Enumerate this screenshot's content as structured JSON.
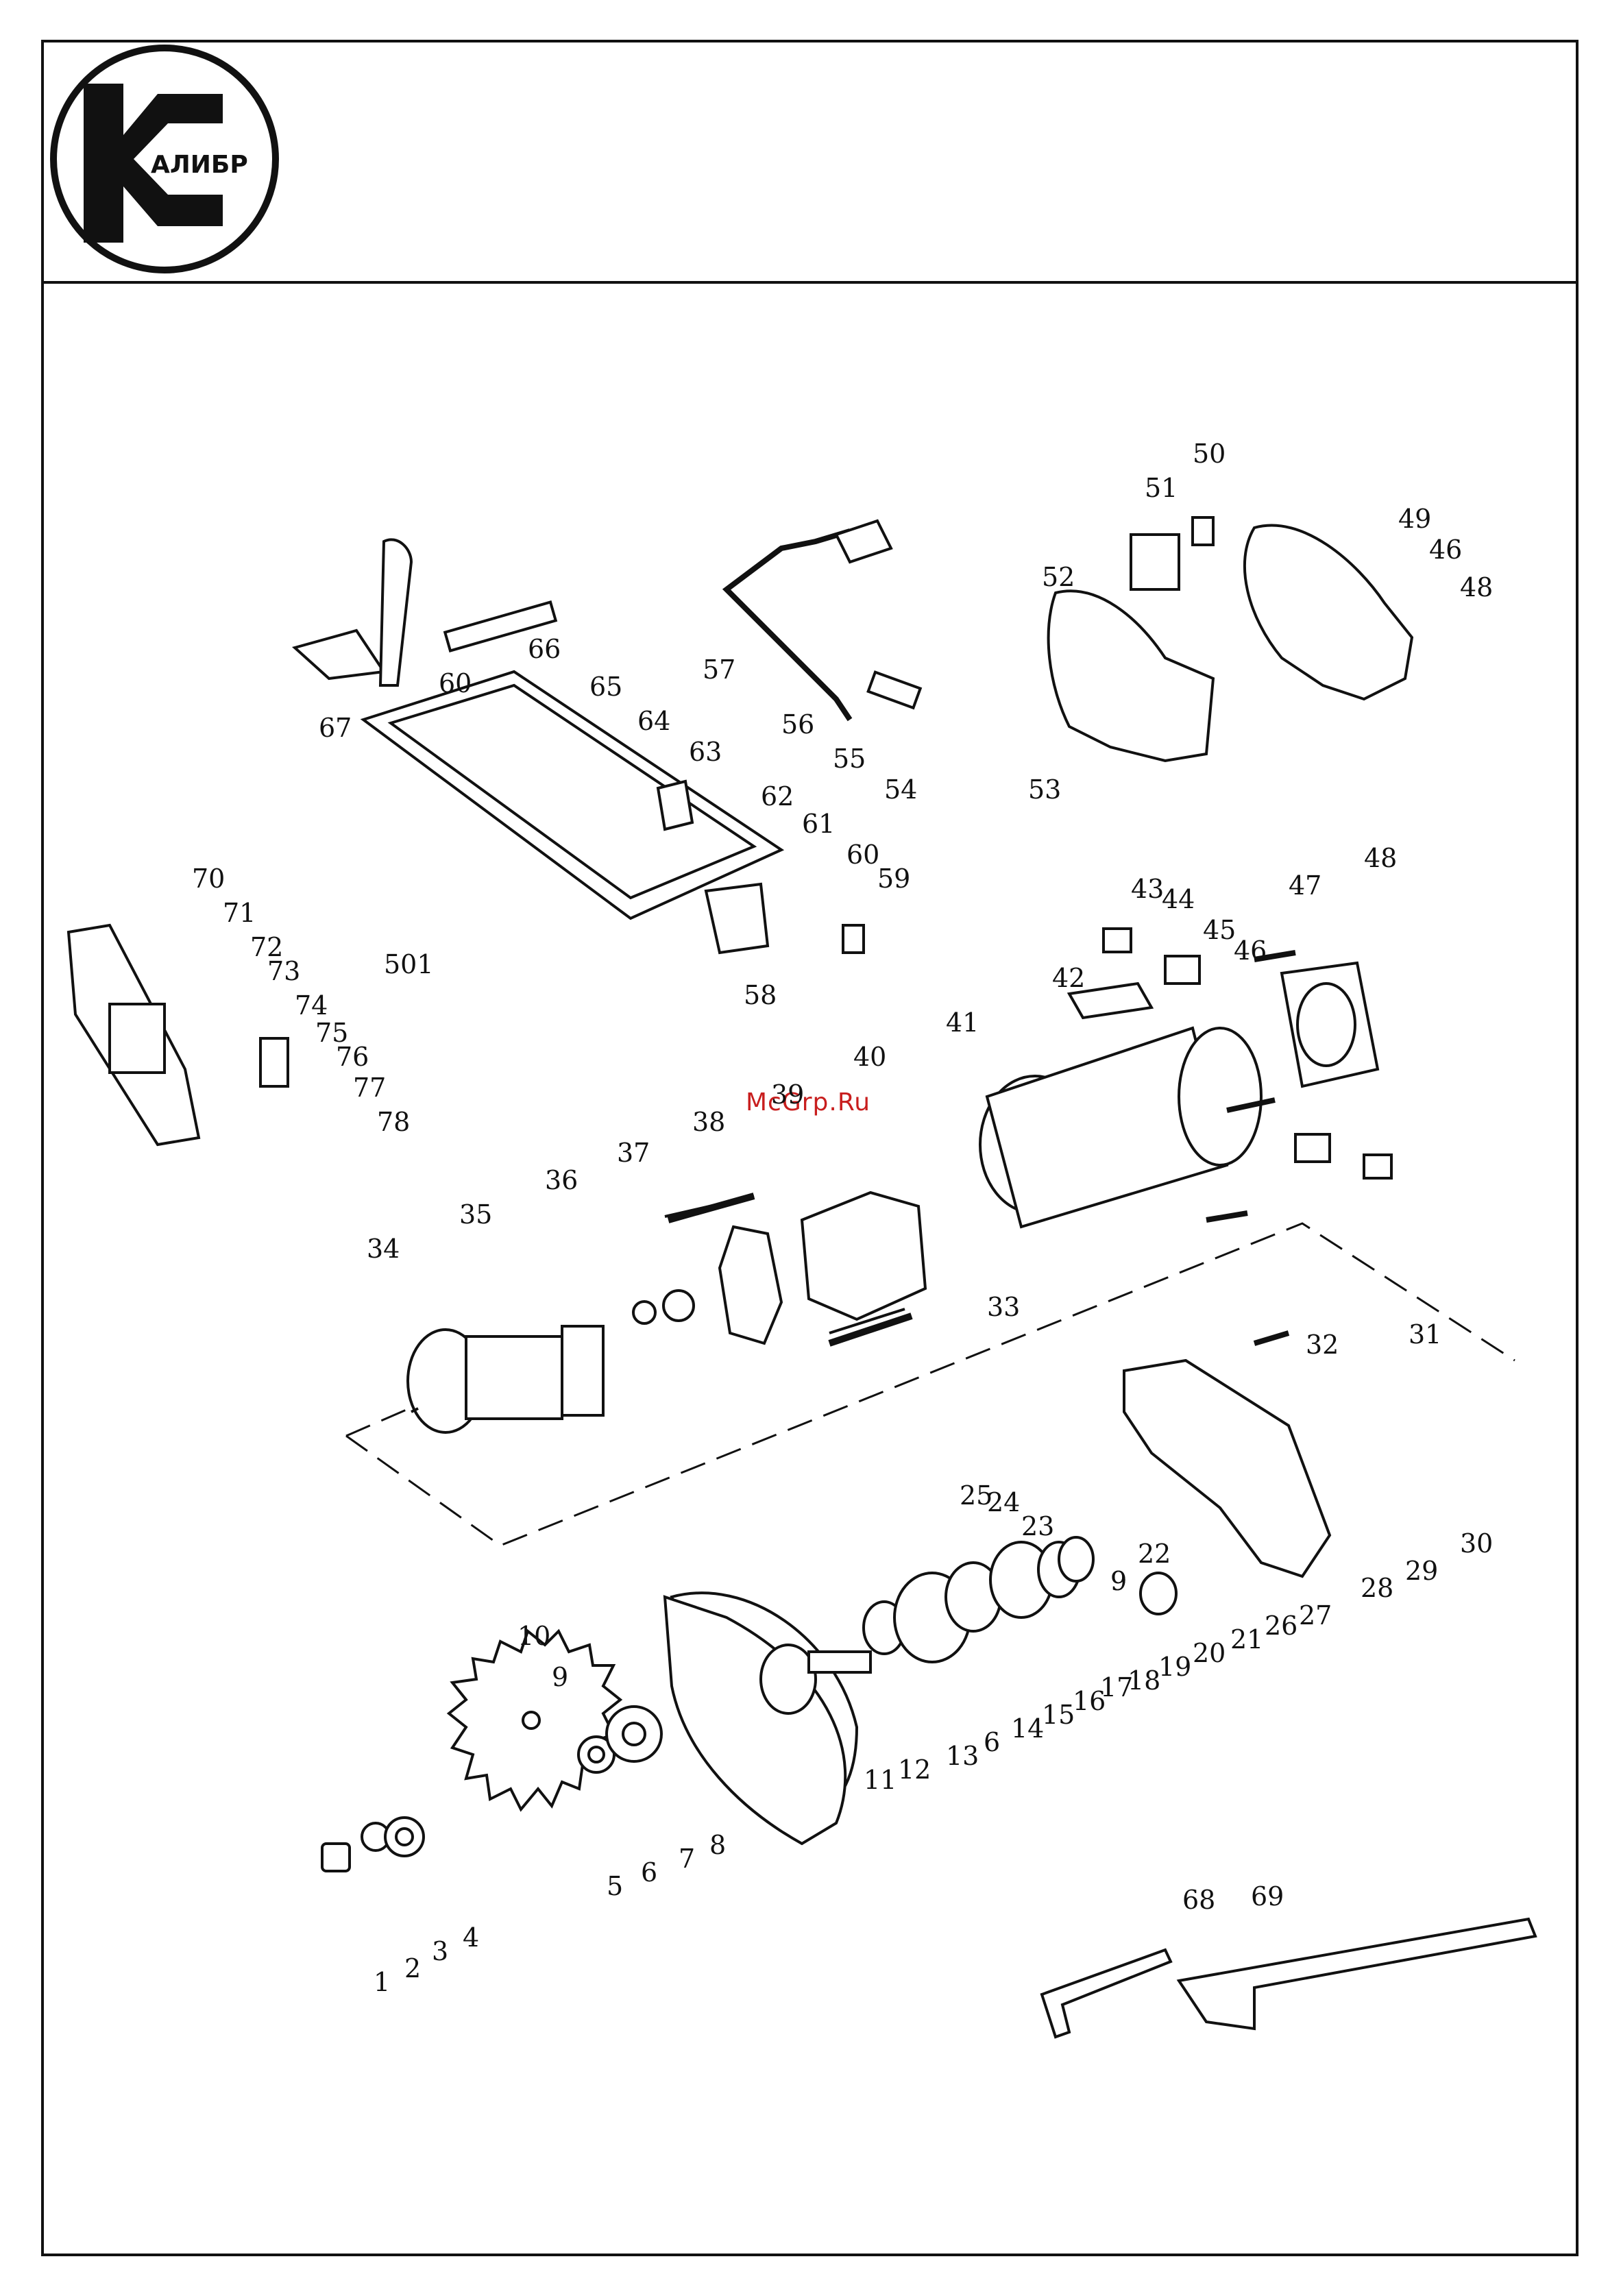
{
  "logo": {
    "text": "АЛИБР"
  },
  "watermark": "McGrp.Ru",
  "part_numbers": [
    "1",
    "2",
    "3",
    "4",
    "5",
    "6",
    "7",
    "8",
    "9",
    "9",
    "9",
    "10",
    "11",
    "12",
    "13",
    "6",
    "14",
    "15",
    "16",
    "17",
    "18",
    "19",
    "20",
    "21",
    "22",
    "23",
    "24",
    "25",
    "26",
    "27",
    "28",
    "29",
    "30",
    "31",
    "32",
    "33",
    "34",
    "35",
    "36",
    "37",
    "38",
    "39",
    "40",
    "41",
    "42",
    "43",
    "44",
    "45",
    "46",
    "46",
    "47",
    "48",
    "48",
    "49",
    "50",
    "51",
    "52",
    "53",
    "54",
    "55",
    "56",
    "57",
    "58",
    "59",
    "60",
    "60",
    "61",
    "62",
    "63",
    "64",
    "65",
    "66",
    "67",
    "68",
    "69",
    "70",
    "71",
    "72",
    "73",
    "74",
    "75",
    "76",
    "77",
    "78",
    "501"
  ]
}
